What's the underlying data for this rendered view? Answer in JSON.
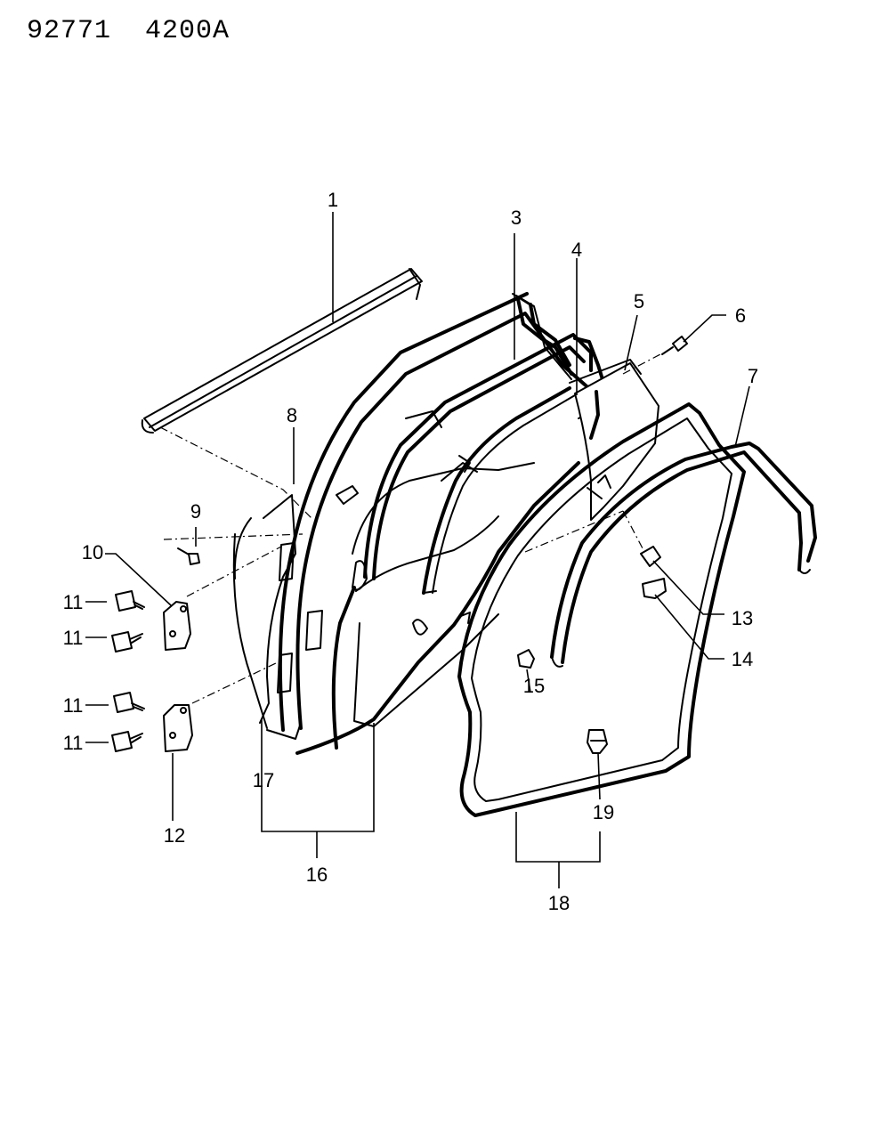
{
  "header": {
    "diagram_code": "92771  4200A"
  },
  "callouts": {
    "c1": "1",
    "c3": "3",
    "c4": "4",
    "c5": "5",
    "c6": "6",
    "c7": "7",
    "c8": "8",
    "c9": "9",
    "c10": "10",
    "c11a": "11",
    "c11b": "11",
    "c11c": "11",
    "c11d": "11",
    "c12": "12",
    "c13": "13",
    "c14": "14",
    "c15": "15",
    "c16": "16",
    "c17": "17",
    "c18": "18",
    "c19": "19"
  }
}
